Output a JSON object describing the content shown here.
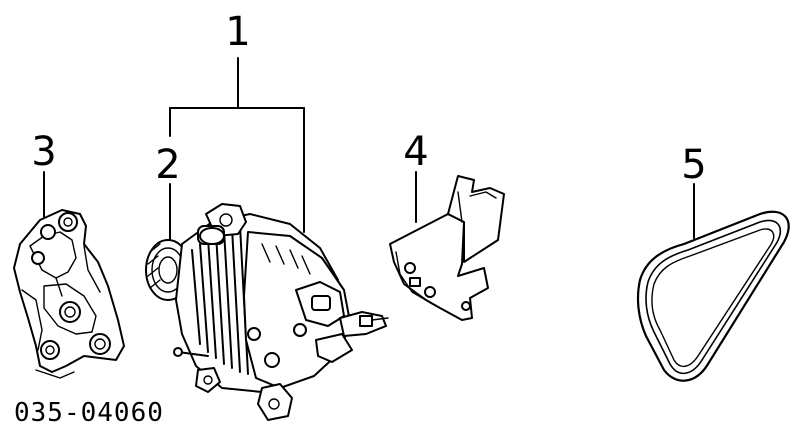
{
  "callouts": {
    "c1": "1",
    "c2": "2",
    "c3": "3",
    "c4": "4",
    "c5": "5"
  },
  "part_number": "035-04060"
}
